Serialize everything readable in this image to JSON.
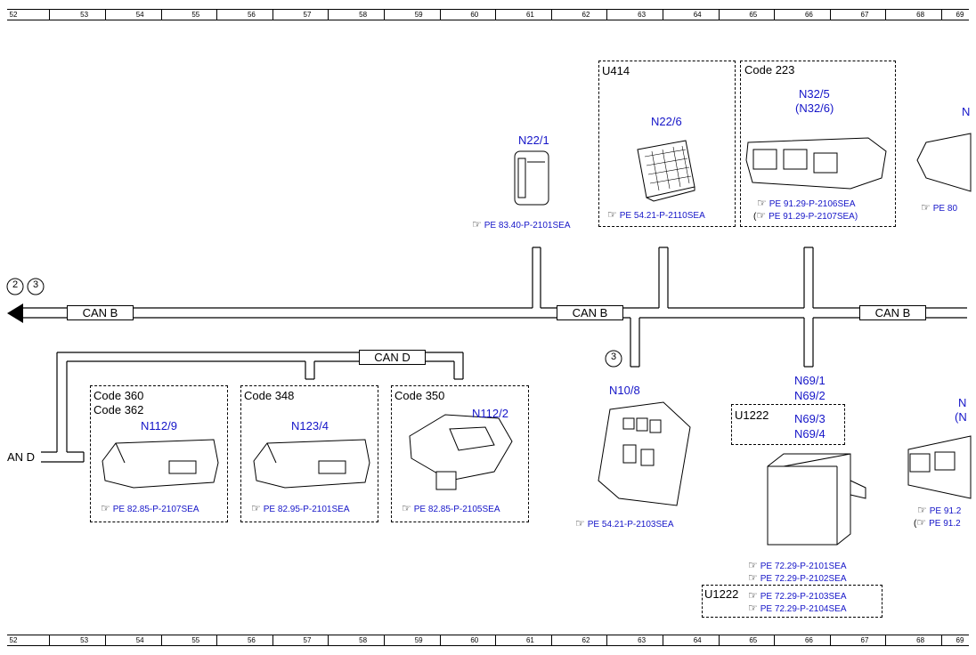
{
  "grid_columns": [
    "52",
    "53",
    "54",
    "55",
    "56",
    "57",
    "58",
    "59",
    "60",
    "61",
    "62",
    "63",
    "64",
    "65",
    "66",
    "67",
    "68",
    "69"
  ],
  "bus_labels": {
    "can_b_left": "CAN B",
    "can_b_mid": "CAN B",
    "can_b_right": "CAN B",
    "can_d_mid": "CAN D",
    "can_d_left": "AN D"
  },
  "circles": {
    "c1": "2",
    "c2": "3",
    "c3": "3"
  },
  "groups": {
    "u414": "U414",
    "code223": "Code 223",
    "code360": "Code 360",
    "code362": "Code 362",
    "code348": "Code 348",
    "code350": "Code 350",
    "u1222_a": "U1222",
    "u1222_b": "U1222"
  },
  "components": {
    "n22_1": "N22/1",
    "n22_6": "N22/6",
    "n32_5": "N32/5",
    "n32_6": "(N32/6)",
    "n_partial_top": "N",
    "n112_9": "N112/9",
    "n123_4": "N123/4",
    "n112_2": "N112/2",
    "n10_8": "N10/8",
    "n69_1": "N69/1",
    "n69_2": "N69/2",
    "n69_3": "N69/3",
    "n69_4": "N69/4",
    "n_partial_right1": "N",
    "n_partial_right2": "(N"
  },
  "refs": {
    "r_n22_1": "PE 83.40-P-2101SEA",
    "r_n22_6": "PE 54.21-P-2110SEA",
    "r_n32_a": "PE 91.29-P-2106SEA",
    "r_n32_b": "PE 91.29-P-2107SEA)",
    "r_partial_top": "PE 80",
    "r_n112_9": "PE 82.85-P-2107SEA",
    "r_n123_4": "PE 82.95-P-2101SEA",
    "r_n112_2": "PE 82.85-P-2105SEA",
    "r_n10_8": "PE 54.21-P-2103SEA",
    "r_n69_a": "PE 72.29-P-2101SEA",
    "r_n69_b": "PE 72.29-P-2102SEA",
    "r_n69_c": "PE 72.29-P-2103SEA",
    "r_n69_d": "PE 72.29-P-2104SEA",
    "r_partial_r1": "PE 91.2",
    "r_partial_r2": "PE 91.2"
  }
}
